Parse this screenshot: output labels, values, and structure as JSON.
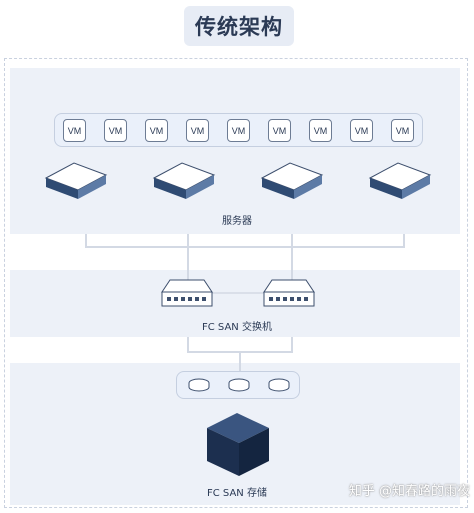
{
  "title": "传统架构",
  "vm_label": "VM",
  "vm_count": 9,
  "server_label": "服务器",
  "switch_label": "FC SAN 交换机",
  "storage_label": "FC SAN 存储",
  "watermark": "知乎 @知春路的雨夜"
}
